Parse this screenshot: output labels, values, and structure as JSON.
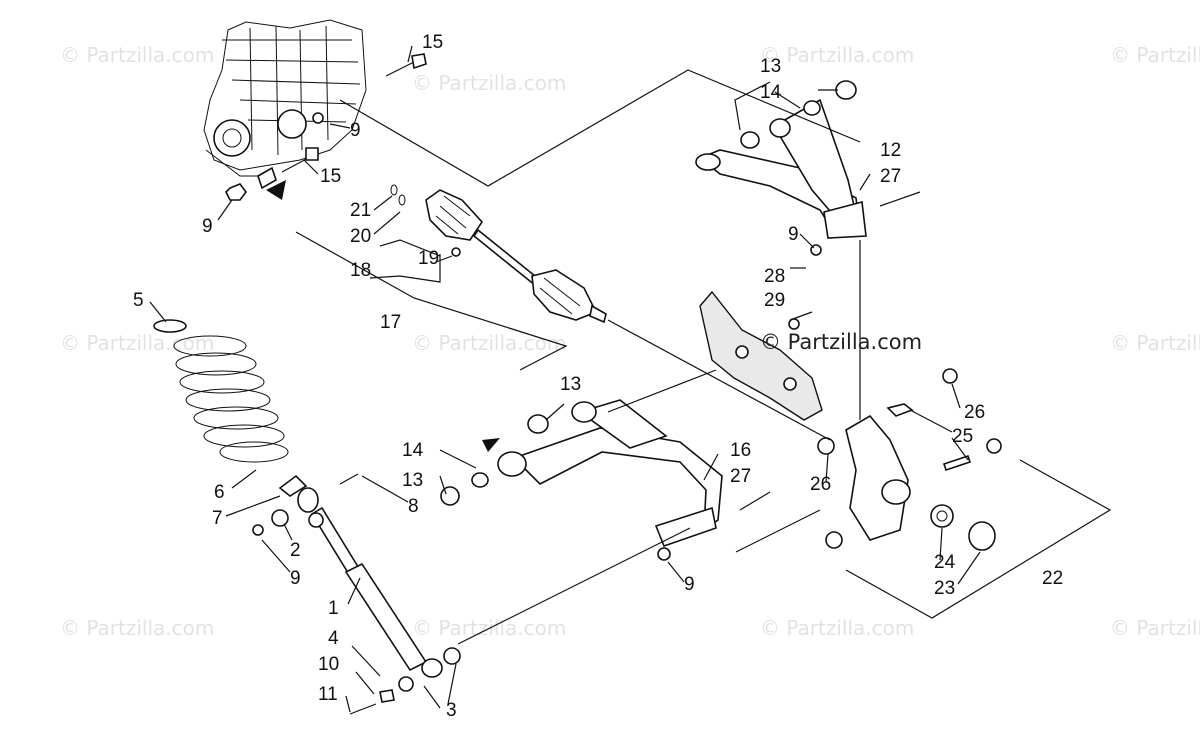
{
  "watermarks": {
    "main": "© Partzilla.com",
    "faint": "© Partzilla.com"
  },
  "labels": {
    "l1": "1",
    "l2": "2",
    "l3": "3",
    "l4": "4",
    "l5": "5",
    "l6": "6",
    "l7": "7",
    "l8": "8",
    "l9a": "9",
    "l9b": "9",
    "l9c": "9",
    "l9d": "9",
    "l9e": "9",
    "l10": "10",
    "l11": "11",
    "l12": "12",
    "l13a": "13",
    "l13b": "13",
    "l13c": "13",
    "l14a": "14",
    "l14b": "14",
    "l15a": "15",
    "l15b": "15",
    "l16": "16",
    "l17": "17",
    "l18": "18",
    "l19": "19",
    "l20": "20",
    "l21": "21",
    "l22": "22",
    "l23": "23",
    "l24": "24",
    "l25": "25",
    "l26a": "26",
    "l26b": "26",
    "l27a": "27",
    "l27b": "27",
    "l28": "28",
    "l29": "29"
  }
}
